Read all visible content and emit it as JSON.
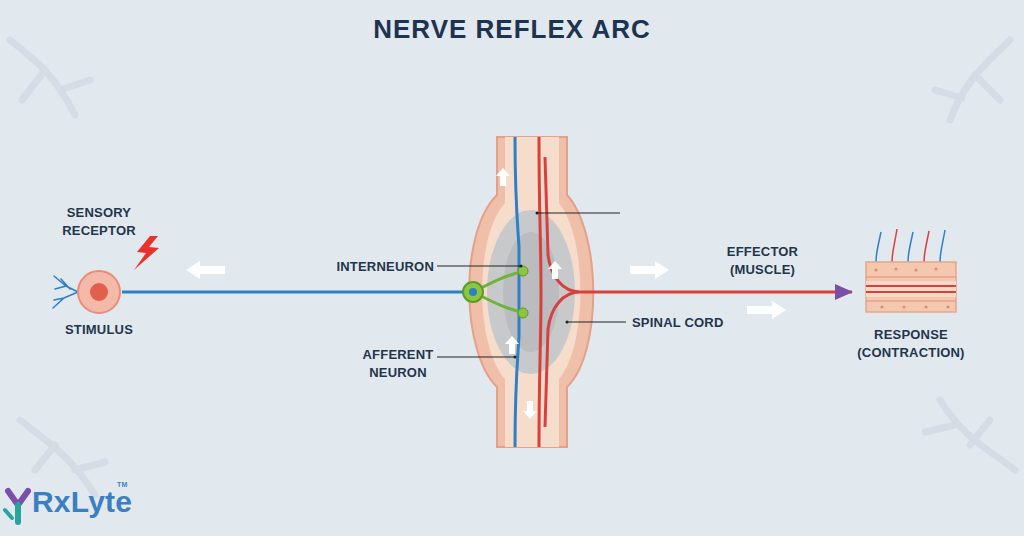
{
  "diagram": {
    "title": "NERVE REFLEX ARC",
    "nodes": [
      {
        "text": [
          "SENSORY RECEPTOR",
          "STIMULUS"
        ]
      },
      {
        "text": [
          "SPINAL CORD"
        ]
      },
      {
        "text": [
          "RESPONSE (CONTRACTION)"
        ]
      }
    ],
    "edges": [
      {
        "from": 0,
        "to": 1,
        "arrow": "none"
      },
      {
        "from": 1,
        "to": 2,
        "label": "EFFECTOR (MUSCLE)",
        "arrow": "to"
      }
    ],
    "labels": [
      "INTERNEURON",
      "AFFERENT NEURON",
      "RxLyte",
      "TM"
    ]
  }
}
